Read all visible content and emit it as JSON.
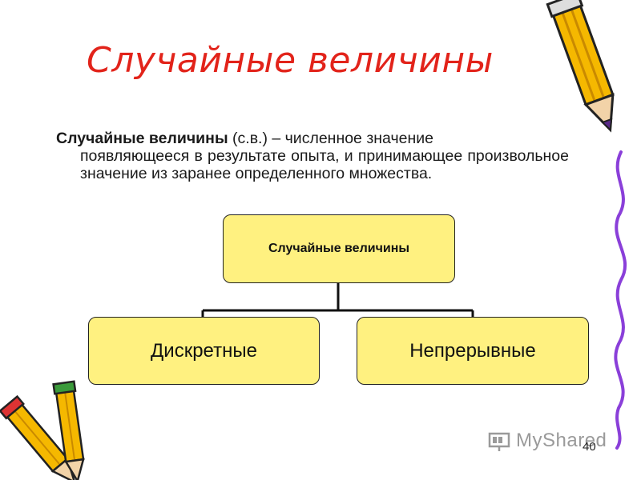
{
  "slide": {
    "title": "Случайные величины",
    "definition_lead": "Случайные величины",
    "definition_text": "(с.в.) – численное значение",
    "definition_cont": "появляющееся в результате опыта, и принимающее произвольное значение из заранее определенного множества.",
    "diagram": {
      "root": "Случайные величины",
      "children": [
        "Дискретные",
        "Непрерывные"
      ]
    },
    "watermark": "MyShared",
    "page_number": "40"
  },
  "colors": {
    "title": "#e2231a",
    "box_fill": "#fff180",
    "pencil_body": "#f5b800",
    "scribble": "#8a3fd9"
  },
  "icons": [
    "pencil-icon",
    "scribble-decoration",
    "myshared-logo-icon"
  ]
}
